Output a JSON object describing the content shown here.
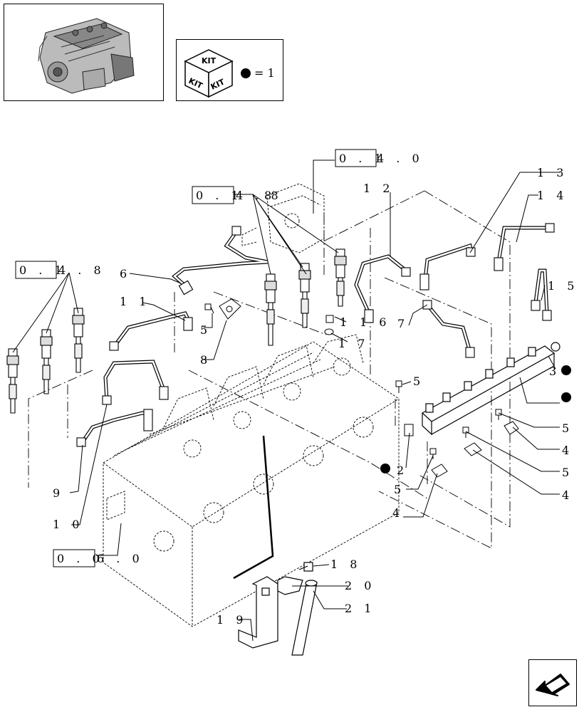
{
  "kit_legend": {
    "kit_word": "KIT",
    "equals_text": "= 1"
  },
  "refs": {
    "r1": "0 . 1",
    "r1_suffix": "4 . 0",
    "r2": "0 . 1",
    "r2_suffix": "4 . 8",
    "r3": "0 . 1",
    "r3_suffix": "4 . 8",
    "r4": "0 . 0",
    "r4_suffix": "6 . 0"
  },
  "callouts": {
    "c1": "1",
    "c2": "2",
    "c3": "3",
    "c4a": "4",
    "c4b": "4",
    "c4c": "4",
    "c5a": "5",
    "c5b": "5",
    "c5c": "5",
    "c5d": "5",
    "c5e": "5",
    "c6": "6",
    "c7": "7",
    "c8": "8",
    "c9": "9",
    "c10": "1 0",
    "c11": "1 1",
    "c12": "1 2",
    "c13": "1 3",
    "c14": "1 4",
    "c15": "1 5",
    "c16": "1 6",
    "c17": "1 7",
    "c18": "1 8",
    "c19": "1 9",
    "c20": "2 0",
    "c21": "2 1"
  }
}
